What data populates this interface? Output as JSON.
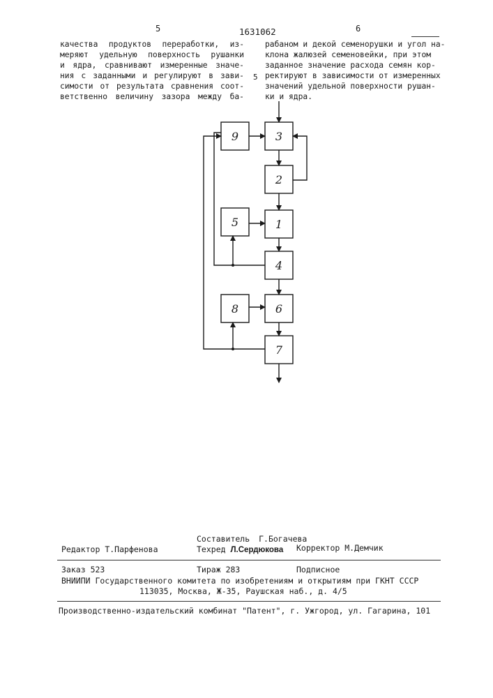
{
  "header": {
    "page_left": "5",
    "patent_number": "1631062",
    "page_right": "6",
    "margin_line_marker": "5"
  },
  "text_left": [
    "качества продуктов переработки, из-",
    "меряют удельную поверхность рушанки",
    "и ядра, сравнивают измеренные значе-",
    "ния с заданными и регулируют в зави-",
    "симости от результата сравнения соот-",
    "ветственно величину зазора между ба-"
  ],
  "text_right": [
    "рабаном и декой семенорушки и угол на-",
    "клона жалюзей семеновейки, при этом",
    "заданное значение расхода семян кор-",
    "ректируют в зависимости от измеренных",
    "значений удельной поверхности рушан-",
    "ки и ядра."
  ],
  "diagram": {
    "blocks": {
      "b1": "1",
      "b2": "2",
      "b3": "3",
      "b4": "4",
      "b5": "5",
      "b6": "6",
      "b7": "7",
      "b8": "8",
      "b9": "9"
    }
  },
  "credits": {
    "compiler_label": "Составитель",
    "compiler_name": "Г.Богачева",
    "editor_label": "Редактор",
    "editor_name": "Т.Парфенова",
    "techred_label": "Техред",
    "techred_name": "Л.Сердюкова",
    "corrector_label": "Корректор",
    "corrector_name": "М.Демчик"
  },
  "order": {
    "order_label": "Заказ",
    "order_number": "523",
    "print_run_label": "Тираж",
    "print_run": "283",
    "subscription": "Подписное"
  },
  "institution": {
    "line1": "ВНИИПИ Государственного комитета по изобретениям и открытиям при ГКНТ СССР",
    "line2": "113035, Москва, Ж-35, Раушская наб., д. 4/5"
  },
  "publisher": "Производственно-издательский комбинат \"Патент\", г. Ужгород, ул. Гагарина, 101"
}
